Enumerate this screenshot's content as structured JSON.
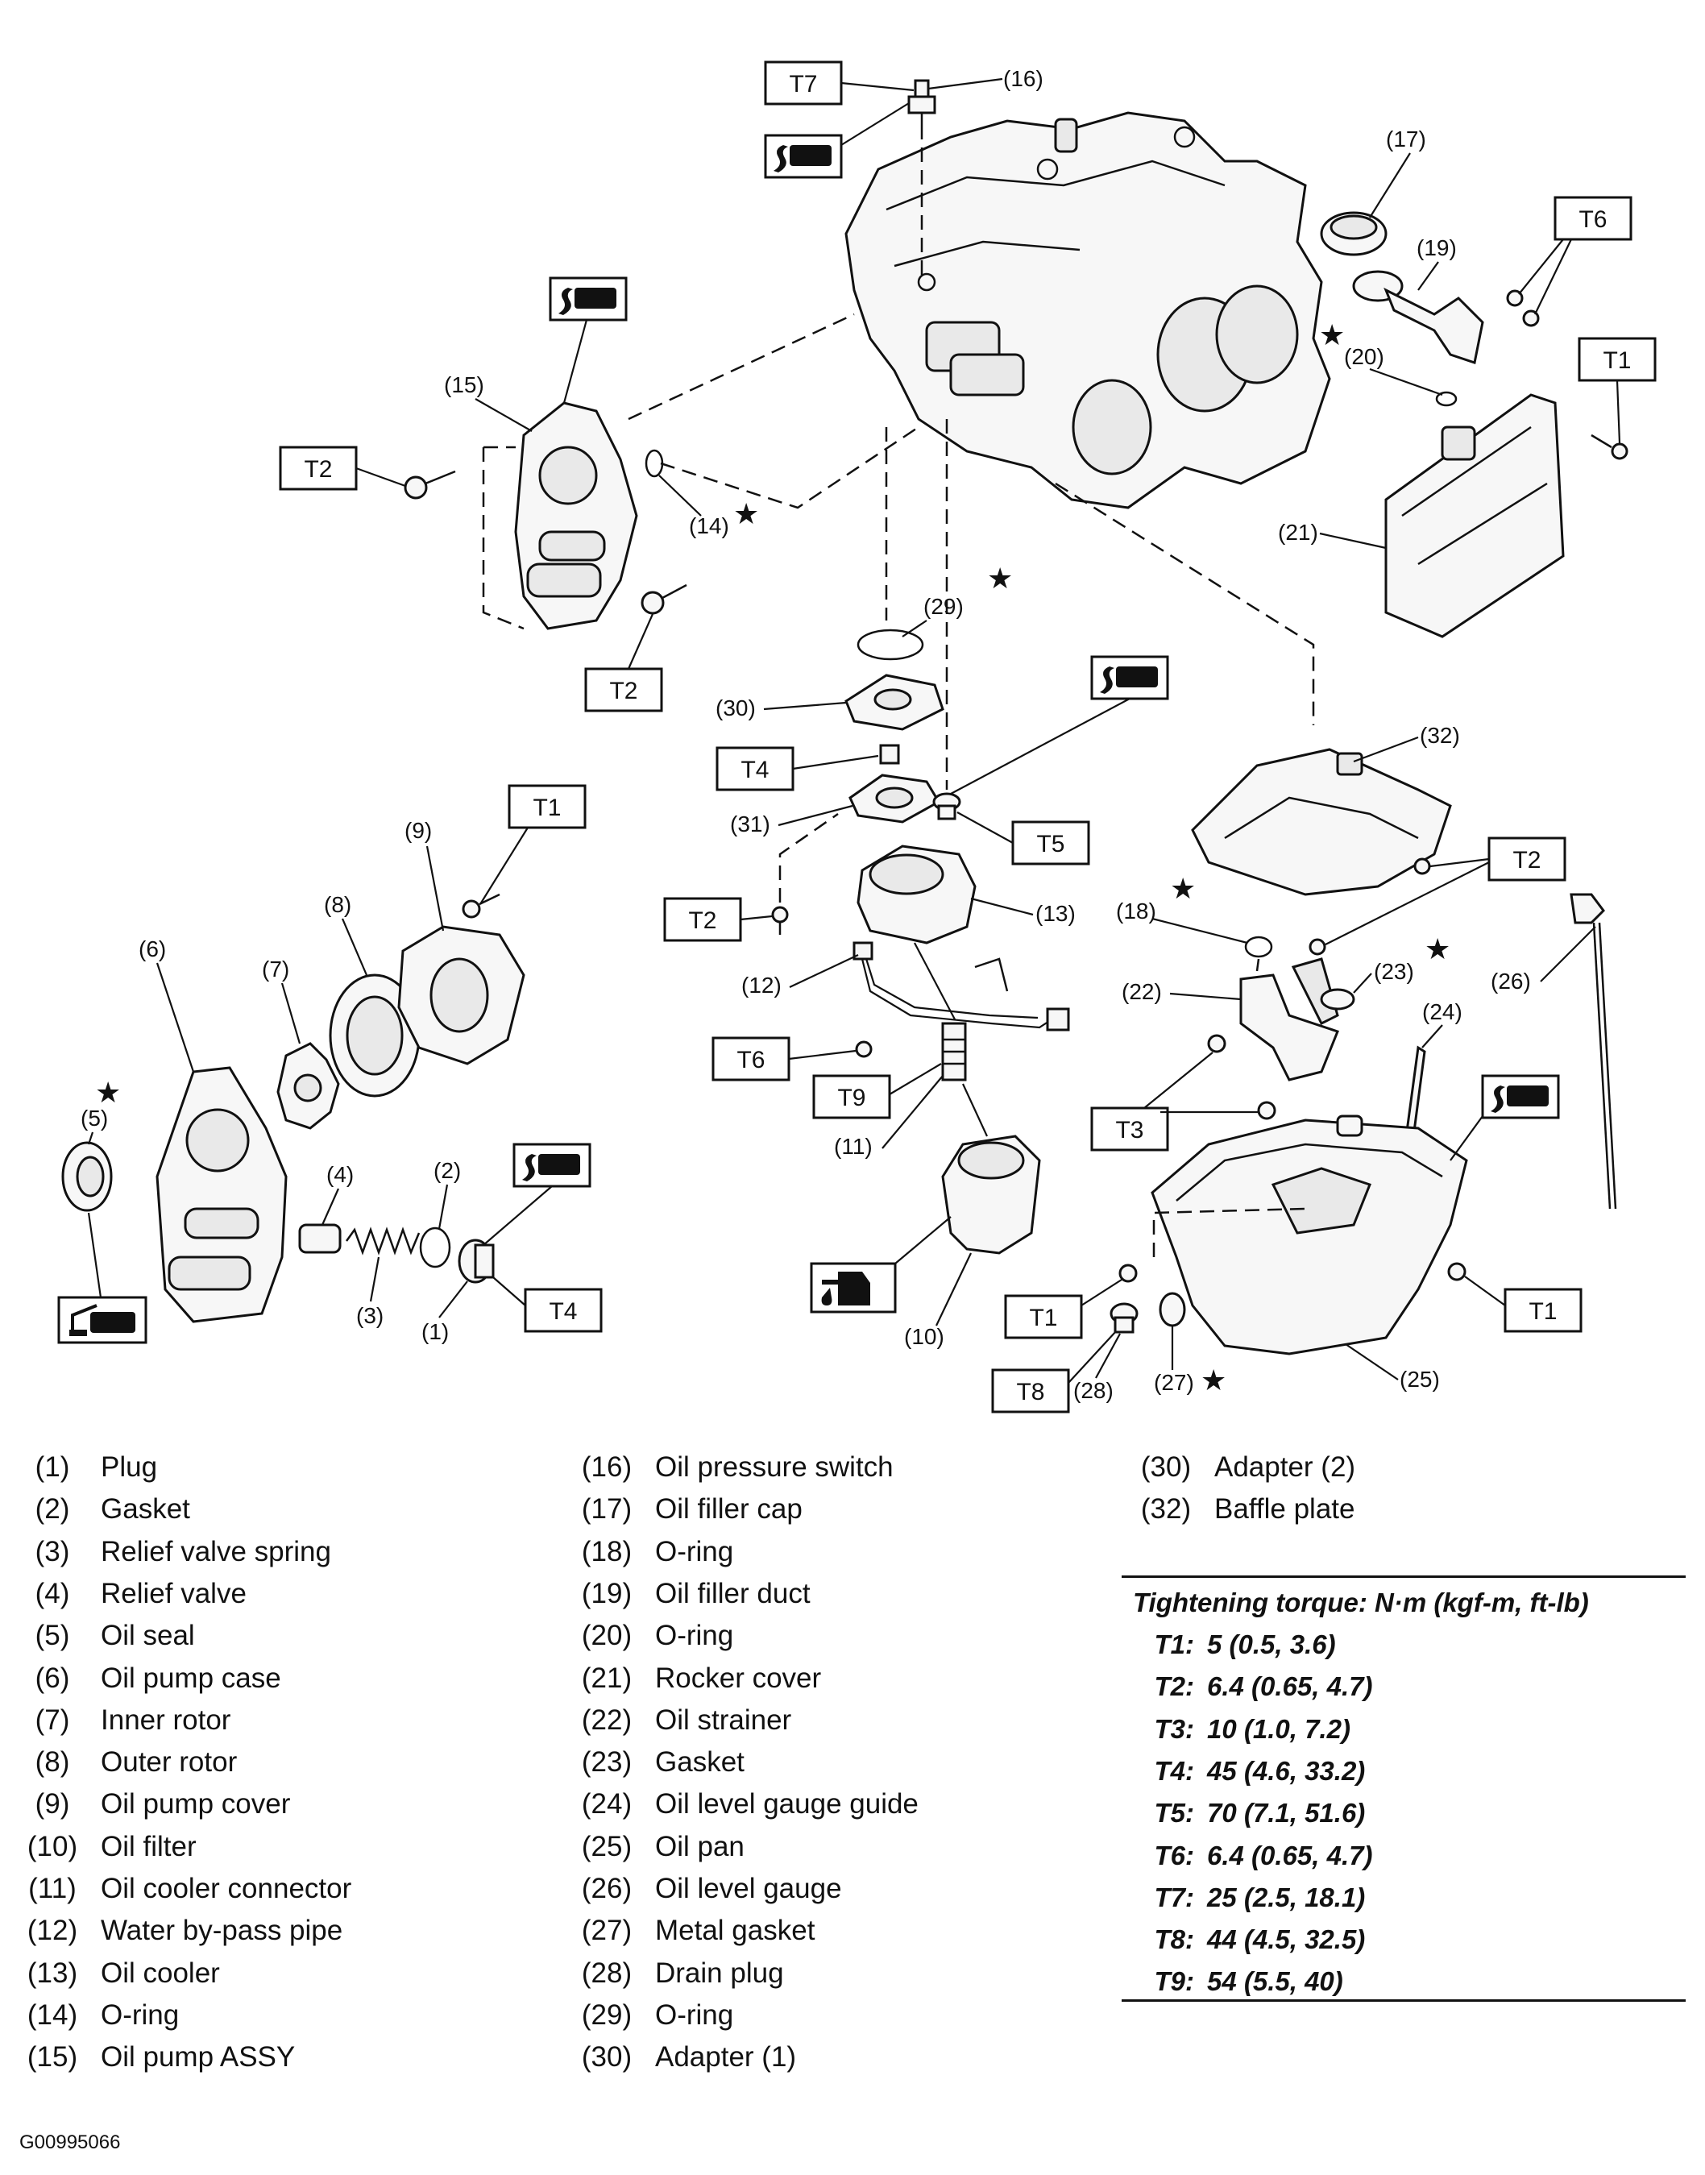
{
  "diagram": {
    "callouts": {
      "c1": "(1)",
      "c2": "(2)",
      "c3": "(3)",
      "c4": "(4)",
      "c5": "(5)",
      "c6": "(6)",
      "c7": "(7)",
      "c8": "(8)",
      "c9": "(9)",
      "c10": "(10)",
      "c11": "(11)",
      "c12": "(12)",
      "c13": "(13)",
      "c14": "(14)",
      "c15": "(15)",
      "c16": "(16)",
      "c17": "(17)",
      "c18": "(18)",
      "c19": "(19)",
      "c20": "(20)",
      "c21": "(21)",
      "c22": "(22)",
      "c23": "(23)",
      "c24": "(24)",
      "c25": "(25)",
      "c26": "(26)",
      "c27": "(27)",
      "c28": "(28)",
      "c29": "(29)",
      "c30": "(30)",
      "c31": "(31)",
      "c32": "(32)"
    },
    "torque_tags": {
      "t1": "T1",
      "t2": "T2",
      "t3": "T3",
      "t4": "T4",
      "t5": "T5",
      "t6": "T6",
      "t7": "T7",
      "t8": "T8",
      "t9": "T9"
    },
    "star_symbol": "★",
    "icons": [
      "sealant-icon",
      "grease-icon",
      "engine-oil-icon"
    ]
  },
  "legend": {
    "col1": [
      {
        "num": "(1)",
        "name": "Plug"
      },
      {
        "num": "(2)",
        "name": "Gasket"
      },
      {
        "num": "(3)",
        "name": "Relief valve spring"
      },
      {
        "num": "(4)",
        "name": "Relief valve"
      },
      {
        "num": "(5)",
        "name": "Oil seal"
      },
      {
        "num": "(6)",
        "name": "Oil pump case"
      },
      {
        "num": "(7)",
        "name": "Inner rotor"
      },
      {
        "num": "(8)",
        "name": "Outer rotor"
      },
      {
        "num": "(9)",
        "name": "Oil pump cover"
      },
      {
        "num": "(10)",
        "name": "Oil filter"
      },
      {
        "num": "(11)",
        "name": "Oil cooler connector"
      },
      {
        "num": "(12)",
        "name": "Water by-pass pipe"
      },
      {
        "num": "(13)",
        "name": "Oil cooler"
      },
      {
        "num": "(14)",
        "name": "O-ring"
      },
      {
        "num": "(15)",
        "name": "Oil pump ASSY"
      }
    ],
    "col2": [
      {
        "num": "(16)",
        "name": "Oil pressure switch"
      },
      {
        "num": "(17)",
        "name": "Oil filler cap"
      },
      {
        "num": "(18)",
        "name": "O-ring"
      },
      {
        "num": "(19)",
        "name": "Oil filler duct"
      },
      {
        "num": "(20)",
        "name": "O-ring"
      },
      {
        "num": "(21)",
        "name": "Rocker cover"
      },
      {
        "num": "(22)",
        "name": "Oil strainer"
      },
      {
        "num": "(23)",
        "name": "Gasket"
      },
      {
        "num": "(24)",
        "name": "Oil level gauge guide"
      },
      {
        "num": "(25)",
        "name": "Oil pan"
      },
      {
        "num": "(26)",
        "name": "Oil level gauge"
      },
      {
        "num": "(27)",
        "name": "Metal gasket"
      },
      {
        "num": "(28)",
        "name": "Drain plug"
      },
      {
        "num": "(29)",
        "name": "O-ring"
      },
      {
        "num": "(30)",
        "name": "Adapter (1)"
      }
    ],
    "col3": [
      {
        "num": "(30)",
        "name": "Adapter (2)"
      },
      {
        "num": "(32)",
        "name": "Baffle plate"
      }
    ]
  },
  "torque": {
    "heading": "Tightening torque: N·m (kgf-m, ft-lb)",
    "rows": [
      {
        "key": "T1:",
        "value": "5 (0.5, 3.6)"
      },
      {
        "key": "T2:",
        "value": "6.4 (0.65, 4.7)"
      },
      {
        "key": "T3:",
        "value": "10 (1.0, 7.2)"
      },
      {
        "key": "T4:",
        "value": "45 (4.6, 33.2)"
      },
      {
        "key": "T5:",
        "value": "70 (7.1, 51.6)"
      },
      {
        "key": "T6:",
        "value": "6.4 (0.65, 4.7)"
      },
      {
        "key": "T7:",
        "value": "25 (2.5, 18.1)"
      },
      {
        "key": "T8:",
        "value": "44 (4.5, 32.5)"
      },
      {
        "key": "T9:",
        "value": "54 (5.5, 40)"
      }
    ]
  },
  "figure_id": "G00995066"
}
